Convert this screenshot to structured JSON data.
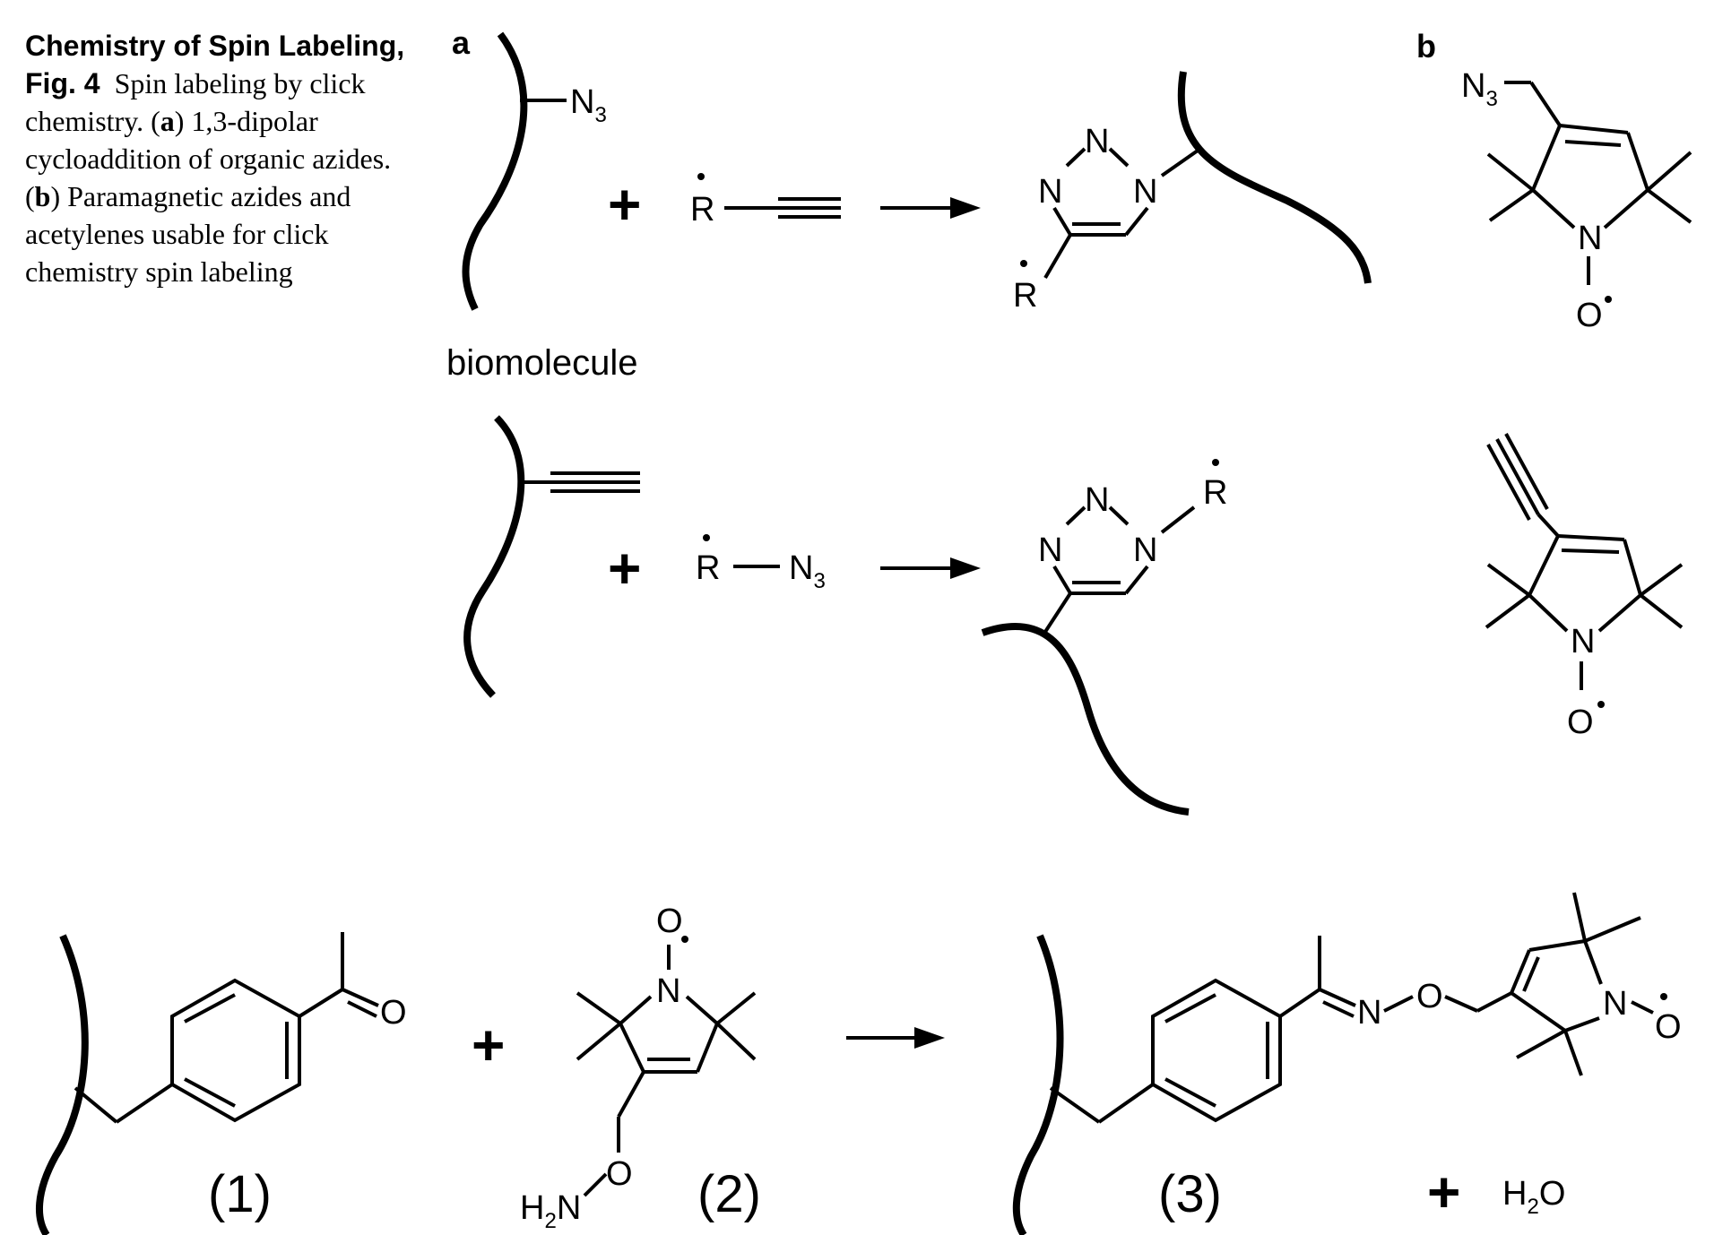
{
  "caption": {
    "title": "Chemistry of Spin Labeling,",
    "fig_label": "Fig. 4",
    "text_1": "Spin labeling by click chemistry. (",
    "panel_a": "a",
    "text_2": ") 1,3-dipolar cycloaddition of organic azides. (",
    "panel_b": "b",
    "text_3": ") Paramagnetic azides and acetylenes usable for click chemistry spin labeling"
  },
  "panels": {
    "a": "a",
    "b": "b"
  },
  "labels": {
    "biomolecule": "biomolecule",
    "plus": "+",
    "N": "N",
    "N3_base": "N",
    "N3_sub": "3",
    "R": "R",
    "O": "O",
    "H2": "H",
    "H2_sub": "2",
    "H2O_O": "O",
    "compound_1": "(1)",
    "compound_2": "(2)",
    "compound_3": "(3)"
  }
}
